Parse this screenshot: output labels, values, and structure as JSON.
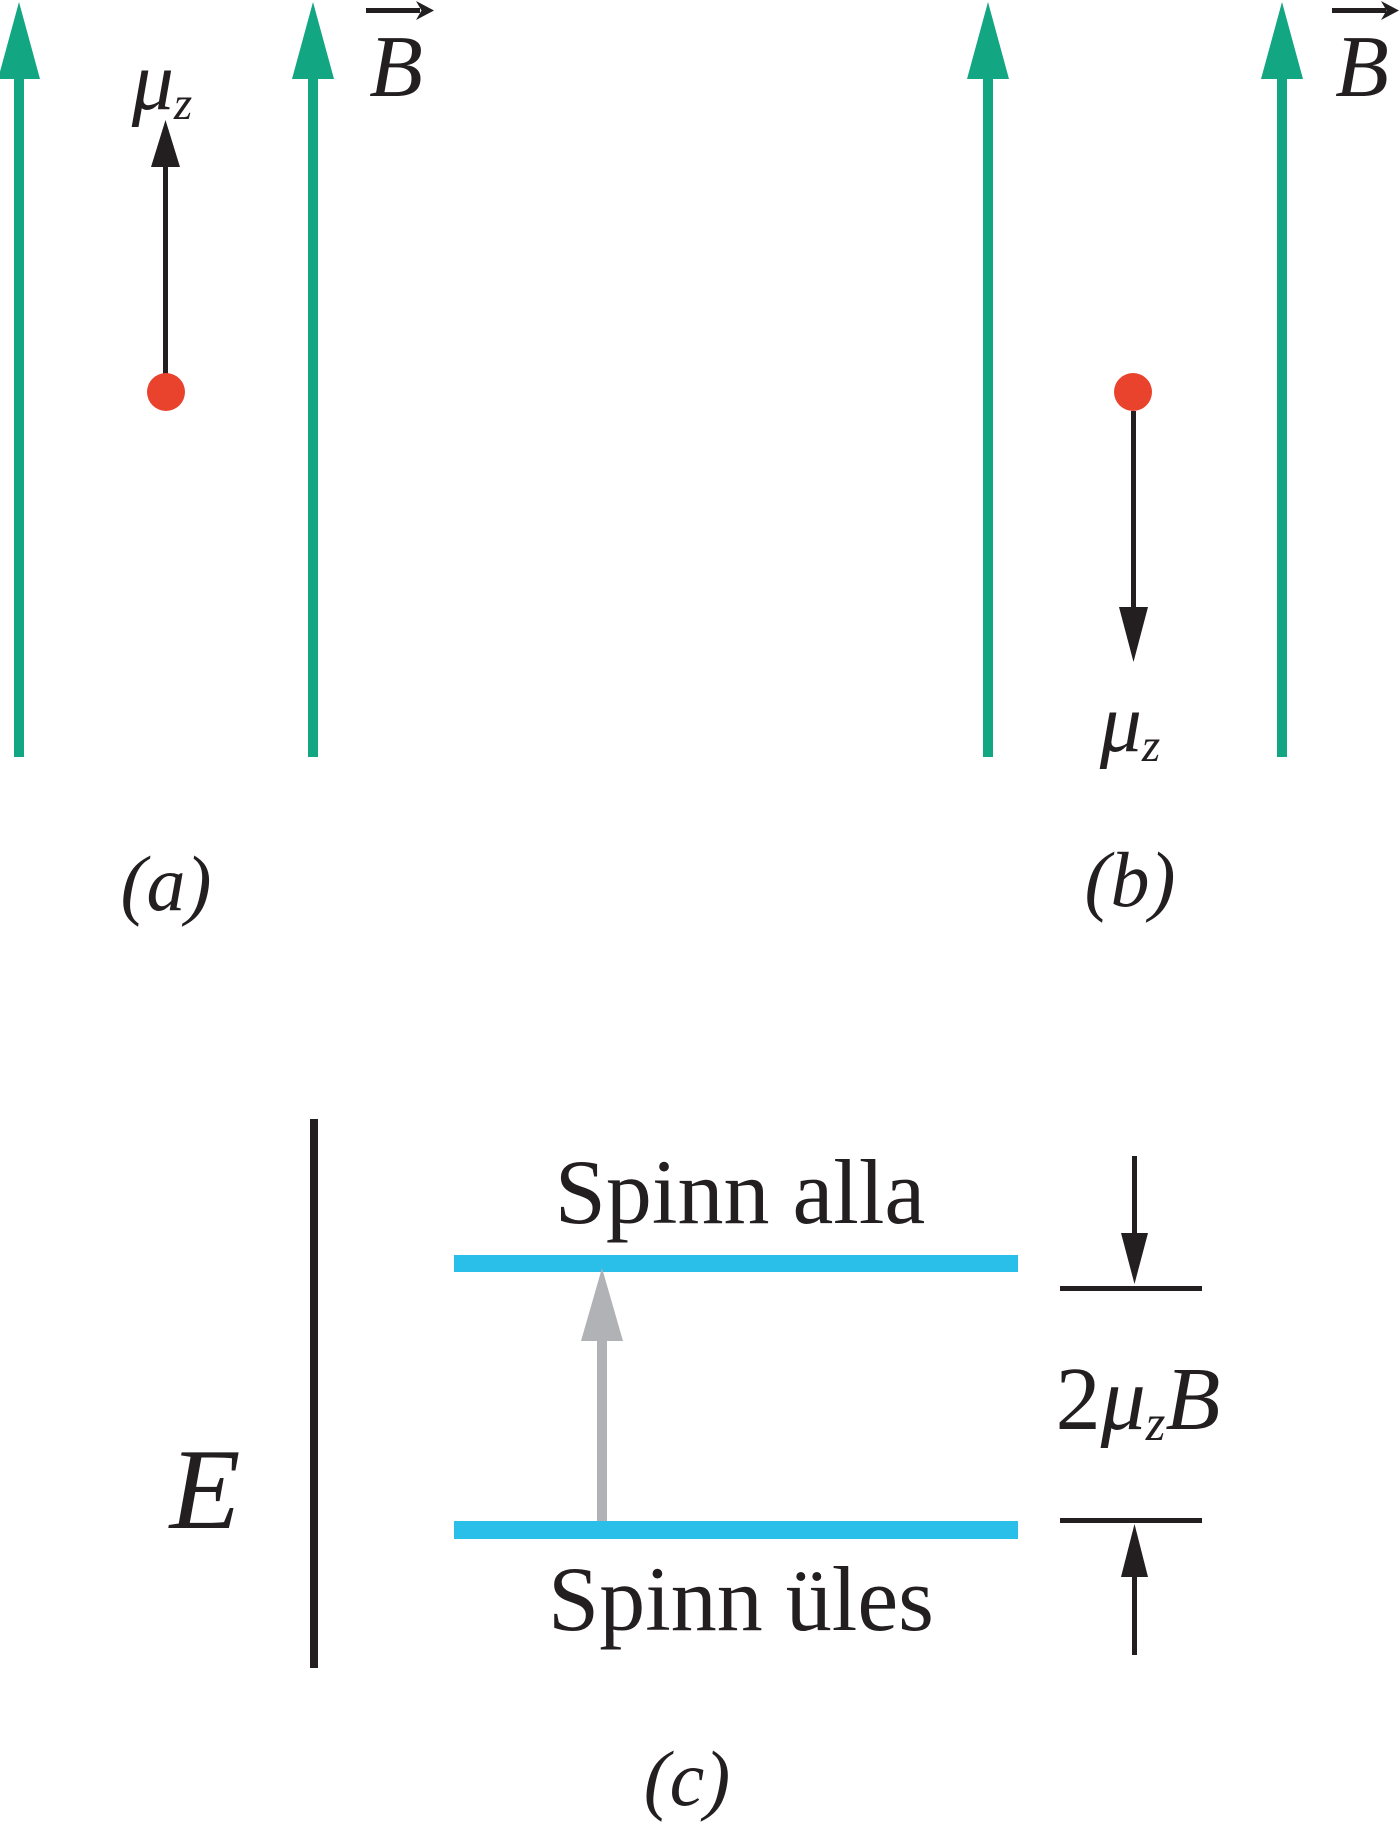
{
  "figure": {
    "panel_a": {
      "caption": "(a)",
      "moment_label": {
        "base": "μ",
        "sub": "z"
      },
      "field_label": "B"
    },
    "panel_b": {
      "caption": "(b)",
      "moment_label": {
        "base": "μ",
        "sub": "z"
      },
      "field_label": "B"
    },
    "panel_c": {
      "caption": "(c)",
      "energy_axis_label": "E",
      "upper_level_label": "Spinn alla",
      "lower_level_label": "Spinn üles",
      "energy_gap_label": {
        "coefficient": "2",
        "base": "μ",
        "sub": "z",
        "field": "B"
      }
    },
    "colors": {
      "field_arrow": "#12a682",
      "dipole_dot": "#e9432d",
      "energy_level": "#29bfe8",
      "transition_arrow": "#b0b2b6",
      "ink": "#231f20"
    }
  }
}
